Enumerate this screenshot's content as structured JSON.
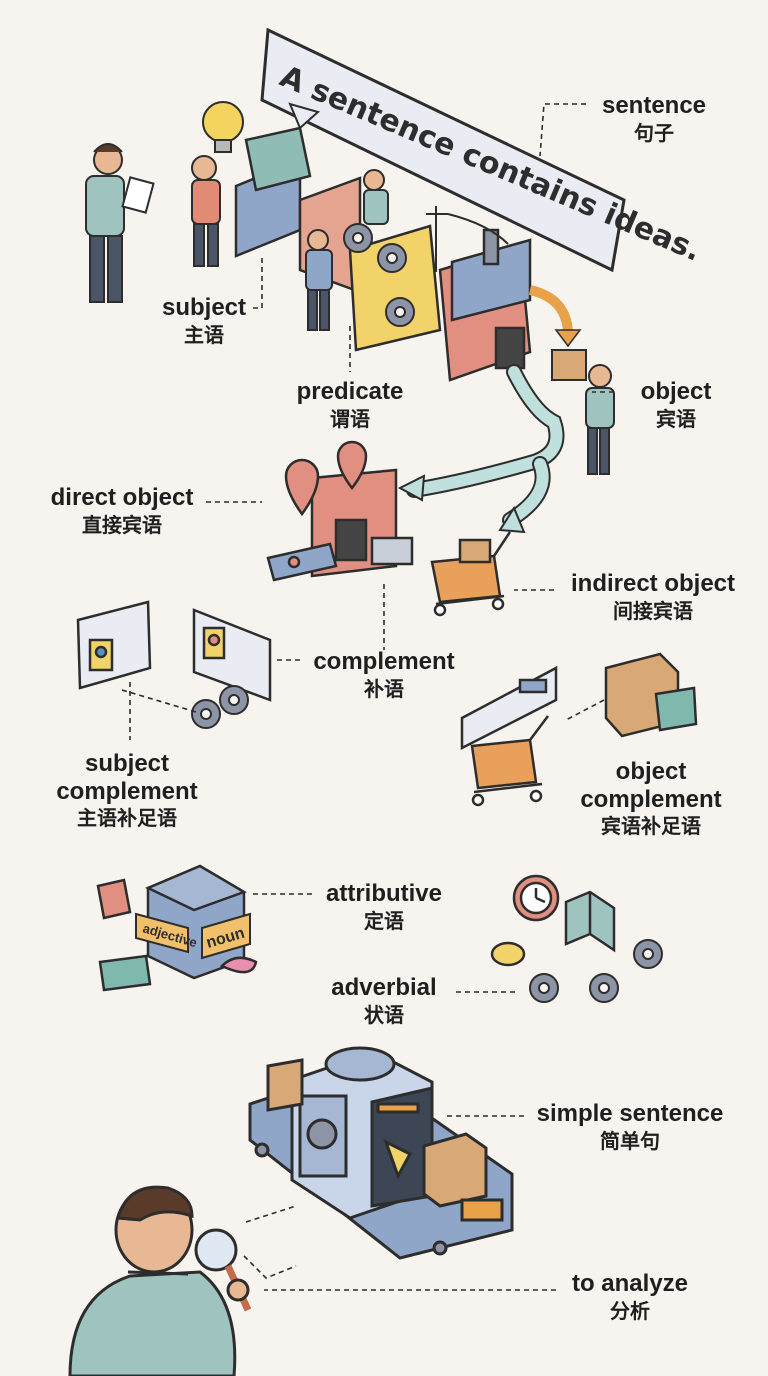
{
  "banner": {
    "text": "A sentence contains ideas."
  },
  "labels": {
    "sentence": {
      "en": "sentence",
      "zh": "句子"
    },
    "subject": {
      "en": "subject",
      "zh": "主语"
    },
    "predicate": {
      "en": "predicate",
      "zh": "谓语"
    },
    "object": {
      "en": "object",
      "zh": "宾语"
    },
    "direct_object": {
      "en": "direct object",
      "zh": "直接宾语"
    },
    "indirect_object": {
      "en": "indirect object",
      "zh": "间接宾语"
    },
    "complement": {
      "en": "complement",
      "zh": "补语"
    },
    "subject_complement": {
      "en1": "subject",
      "en2": "complement",
      "zh": "主语补足语"
    },
    "object_complement": {
      "en1": "object",
      "en2": "complement",
      "zh": "宾语补足语"
    },
    "attributive": {
      "en": "attributive",
      "zh": "定语"
    },
    "adverbial": {
      "en": "adverbial",
      "zh": "状语"
    },
    "simple_sentence": {
      "en": "simple sentence",
      "zh": "简单句"
    },
    "to_analyze": {
      "en": "to analyze",
      "zh": "分析"
    }
  },
  "cube_tags": {
    "left": "adjective",
    "right": "noun"
  },
  "colors": {
    "background": "#f7f3ee",
    "blue": "#8fa6c8",
    "teal": "#7fb8ad",
    "yellow": "#f1d36a",
    "coral": "#e08f80",
    "tan": "#d9a877",
    "arrow": "#bfe0dc",
    "ink": "#2d2d2d"
  }
}
